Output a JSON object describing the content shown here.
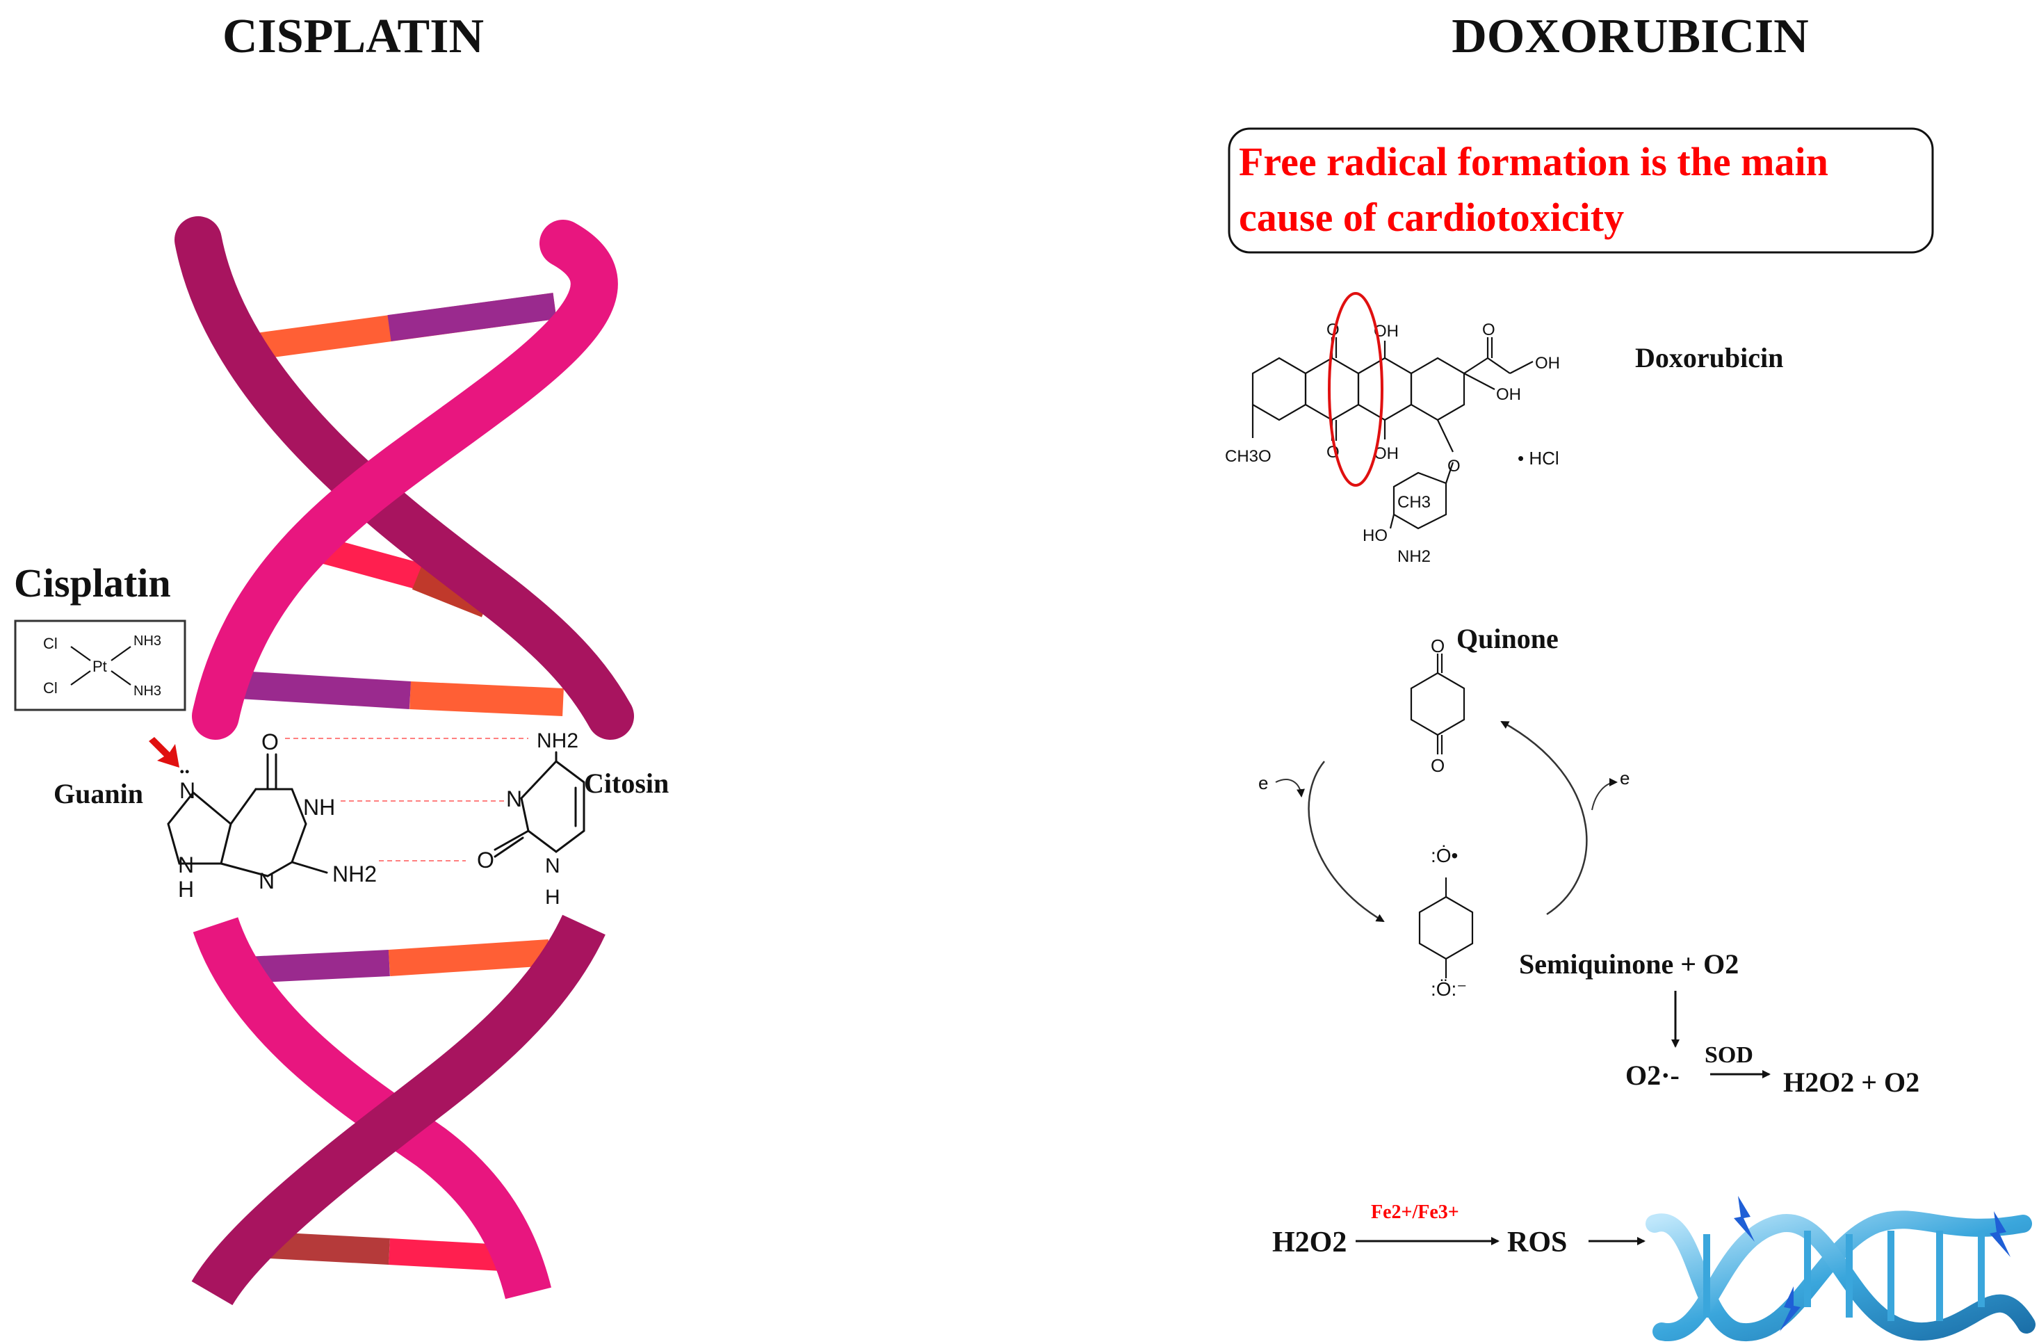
{
  "left_panel": {
    "title": "CISPLATIN",
    "cisplatin_label": "Cisplatin",
    "cisplatin_formula": {
      "cl1": "Cl",
      "cl2": "Cl",
      "pt": "Pt",
      "nh3_1": "NH3",
      "nh3_2": "NH3"
    },
    "guanin_label": "Guanin",
    "citosin_label": "Citosin",
    "atoms": {
      "o": "O",
      "n": "N",
      "nh": "NH",
      "h": "H",
      "nh2": "NH2"
    }
  },
  "right_panel": {
    "title": "DOXORUBICIN",
    "callout": {
      "line1": "Free radical formation is the main",
      "line2": "cause of cardiotoxicity"
    },
    "doxorubicin_label": "Doxorubicin",
    "hcl_label": "• HCl",
    "dox_atoms": {
      "oh": "OH",
      "o": "O",
      "ch3o": "CH3O",
      "ch3": "CH3",
      "ho": "HO",
      "nh2": "NH2"
    },
    "quinone_label": "Quinone",
    "semiquinone_label": "Semiquinone + O2",
    "electron_label": "e",
    "sod_label": "SOD",
    "superoxide_label": "O2·-",
    "products_label": "H2O2 + O2",
    "h2o2_label": "H2O2",
    "fe_label": "Fe2+/Fe3+",
    "ros_label": "ROS"
  },
  "colors": {
    "strand_dark": "#a8145f",
    "strand_light": "#e8167f",
    "base_orange": "#ff5f35",
    "base_purple": "#9a2a8e",
    "base_red": "#ff1f4f",
    "accent_red": "#ff0000",
    "dna_blue": "#3aa6dc"
  }
}
